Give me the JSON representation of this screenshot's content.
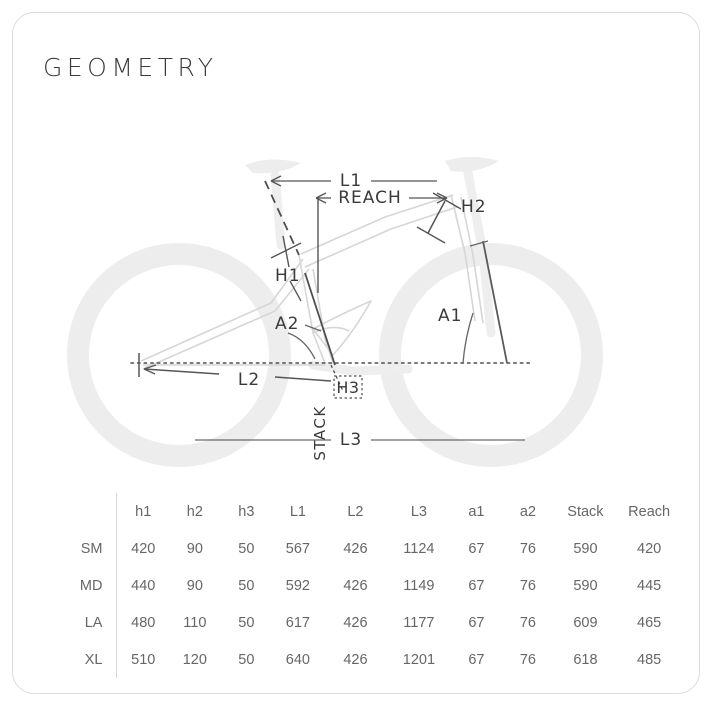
{
  "page_title": "GEOMETRY",
  "diagram": {
    "name": "bicycle-geometry-diagram",
    "labels": {
      "l1": "L1",
      "reach": "REACH",
      "h2": "H2",
      "h1": "H1",
      "stack": "STACK",
      "a2": "A2",
      "a1": "A1",
      "l2": "L2",
      "h3": "H3",
      "l3": "L3"
    },
    "colors": {
      "silhouette": "#ededed",
      "frame_outline": "#d5d5d5",
      "dimension_line": "#5a5a5a",
      "label_text": "#3a3a3a"
    }
  },
  "table": {
    "name": "geometry-table",
    "size_header": "",
    "columns": [
      "h1",
      "h2",
      "h3",
      "L1",
      "L2",
      "L3",
      "a1",
      "a2",
      "Stack",
      "Reach"
    ],
    "rows": [
      {
        "size": "SM",
        "values": [
          "420",
          "90",
          "50",
          "567",
          "426",
          "1124",
          "67",
          "76",
          "590",
          "420"
        ]
      },
      {
        "size": "MD",
        "values": [
          "440",
          "90",
          "50",
          "592",
          "426",
          "1149",
          "67",
          "76",
          "590",
          "445"
        ]
      },
      {
        "size": "LA",
        "values": [
          "480",
          "110",
          "50",
          "617",
          "426",
          "1177",
          "67",
          "76",
          "609",
          "465"
        ]
      },
      {
        "size": "XL",
        "values": [
          "510",
          "120",
          "50",
          "640",
          "426",
          "1201",
          "67",
          "76",
          "618",
          "485"
        ]
      }
    ]
  }
}
